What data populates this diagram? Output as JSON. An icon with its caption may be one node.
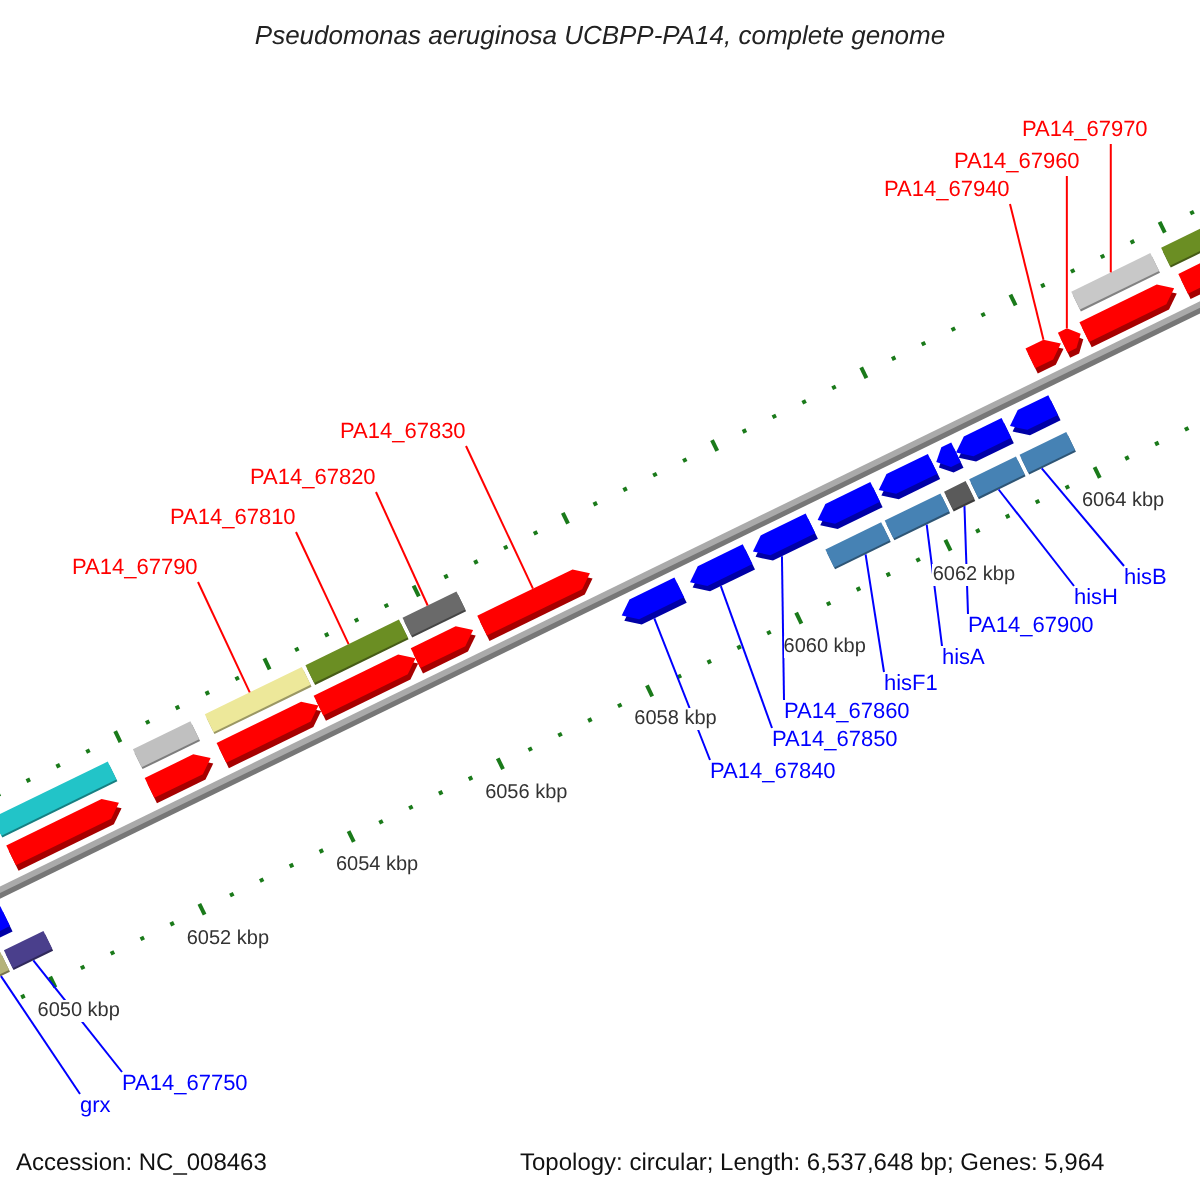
{
  "diagram": {
    "title": "Pseudomonas aeruginosa UCBPP-PA14, complete genome",
    "nodes": [
      {
        "text": [
          "PA14_67790"
        ]
      },
      {
        "text": [
          "PA14_67810"
        ]
      },
      {
        "text": [
          "PA14_67820"
        ]
      },
      {
        "text": [
          "PA14_67830"
        ]
      },
      {
        "text": [
          "PA14_67940"
        ]
      },
      {
        "text": [
          "PA14_67960"
        ]
      },
      {
        "text": [
          "PA14_67970"
        ]
      },
      {
        "text": [
          "hisB"
        ]
      },
      {
        "text": [
          "hisH"
        ]
      },
      {
        "text": [
          "PA14_67900"
        ]
      },
      {
        "text": [
          "hisA"
        ]
      },
      {
        "text": [
          "hisF1"
        ]
      },
      {
        "text": [
          "PA14_67860"
        ]
      },
      {
        "text": [
          "PA14_67850"
        ]
      },
      {
        "text": [
          "PA14_67840"
        ]
      },
      {
        "text": [
          "PA14_67750"
        ]
      },
      {
        "text": [
          "grx"
        ]
      },
      {
        "text": [],
        "shape": "bar"
      },
      {
        "text": [],
        "shape": "pentagon"
      },
      {
        "text": [],
        "shape": "bar"
      },
      {
        "text": [],
        "shape": "bar"
      },
      {
        "text": [],
        "shape": "pentagon"
      },
      {
        "text": [],
        "shape": "bar"
      },
      {
        "text": [],
        "shape": "pentagon"
      },
      {
        "text": [],
        "shape": "bar"
      },
      {
        "text": [],
        "shape": "pentagon"
      },
      {
        "text": [],
        "shape": "pentagon"
      },
      {
        "text": [],
        "shape": "bar"
      },
      {
        "text": [],
        "shape": "pentagon"
      },
      {
        "text": [],
        "shape": "bar"
      },
      {
        "text": [],
        "shape": "pentagon"
      },
      {
        "text": [],
        "shape": "pentagon"
      },
      {
        "text": [],
        "shape": "pentagon"
      },
      {
        "text": [],
        "shape": "pentagon"
      },
      {
        "text": [],
        "shape": "bar"
      },
      {
        "text": [],
        "shape": "pentagon"
      },
      {
        "text": [],
        "shape": "bar"
      },
      {
        "text": [],
        "shape": "pentagon"
      },
      {
        "text": [],
        "shape": "bar"
      },
      {
        "text": [],
        "shape": "pentagon"
      },
      {
        "text": [],
        "shape": "bar"
      },
      {
        "text": [],
        "shape": "pentagon"
      },
      {
        "text": [],
        "shape": "bar"
      },
      {
        "text": [],
        "shape": "pentagon"
      },
      {
        "text": [],
        "shape": "pentagon"
      },
      {
        "text": [],
        "shape": "pentagon"
      },
      {
        "text": [],
        "shape": "pentagon"
      },
      {
        "text": [],
        "shape": "bar"
      },
      {
        "text": [],
        "shape": "bar"
      },
      {
        "text": [],
        "shape": "pentagon"
      }
    ],
    "edges": [
      {
        "from": 0,
        "to": 24,
        "arrow": "none",
        "color": "#ff0000"
      },
      {
        "from": 1,
        "to": 27,
        "arrow": "none",
        "color": "#ff0000"
      },
      {
        "from": 2,
        "to": 29,
        "arrow": "none",
        "color": "#ff0000"
      },
      {
        "from": 3,
        "to": 30,
        "arrow": "none",
        "color": "#ff0000"
      },
      {
        "from": 4,
        "to": 44,
        "arrow": "none",
        "color": "#ff0000"
      },
      {
        "from": 5,
        "to": 45,
        "arrow": "none",
        "color": "#ff0000"
      },
      {
        "from": 6,
        "to": 47,
        "arrow": "none",
        "color": "#ff0000"
      },
      {
        "from": 7,
        "to": 42,
        "arrow": "none"
      },
      {
        "from": 8,
        "to": 40,
        "arrow": "none"
      },
      {
        "from": 9,
        "to": 38,
        "arrow": "none"
      },
      {
        "from": 10,
        "to": 36,
        "arrow": "none"
      },
      {
        "from": 11,
        "to": 34,
        "arrow": "none"
      },
      {
        "from": 12,
        "to": 33,
        "arrow": "none"
      },
      {
        "from": 13,
        "to": 32,
        "arrow": "none"
      },
      {
        "from": 14,
        "to": 31,
        "arrow": "none"
      },
      {
        "from": 15,
        "to": 19,
        "arrow": "none"
      },
      {
        "from": 16,
        "to": 17,
        "arrow": "none"
      }
    ],
    "labels": [
      "6050 kbp",
      "6052 kbp",
      "6054 kbp",
      "6056 kbp",
      "6058 kbp",
      "6060 kbp",
      "6062 kbp",
      "6064 kbp",
      "Accession: NC_008463",
      "Topology: circular; Length: 6,537,648 bp; Genes: 5,964"
    ]
  }
}
